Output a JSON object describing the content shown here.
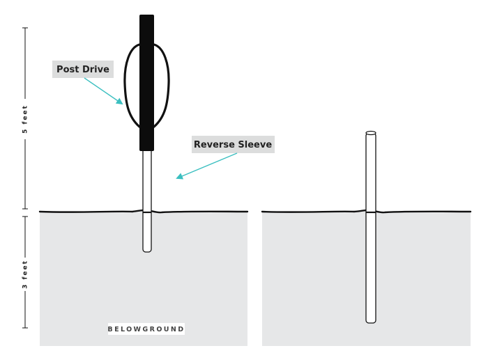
{
  "dimensions": {
    "above": "5 feet",
    "below": "3 feet"
  },
  "callouts": {
    "post_drive": "Post Drive",
    "reverse_sleeve": "Reverse Sleeve"
  },
  "ground_label": "BELOWGROUND",
  "colors": {
    "ground_fill": "#e6e7e8",
    "callout_box": "#dcdddd",
    "arrow": "#3bbfc0",
    "ink": "#111111",
    "label_box": "#ffffff"
  }
}
